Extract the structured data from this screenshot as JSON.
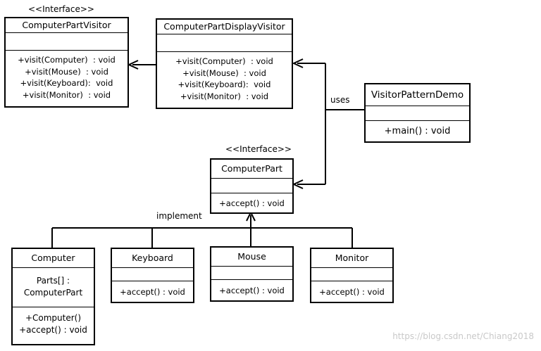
{
  "classes": {
    "computer_part_visitor": {
      "stereotype": "<<Interface>>",
      "name": "ComputerPartVisitor",
      "operations": [
        "+visit(Computer)  : void",
        "+visit(Mouse)  : void",
        "+visit(Keyboard):  void",
        "+visit(Monitor)  : void"
      ]
    },
    "computer_part_display_visitor": {
      "name": "ComputerPartDisplayVisitor",
      "operations": [
        "+visit(Computer)  : void",
        "+visit(Mouse)  : void",
        "+visit(Keyboard):  void",
        "+visit(Monitor)  : void"
      ]
    },
    "visitor_pattern_demo": {
      "name": "VisitorPatternDemo",
      "operations": [
        "+main() : void"
      ]
    },
    "computer_part": {
      "stereotype": "<<Interface>>",
      "name": "ComputerPart",
      "operations": [
        "+accept() : void"
      ]
    },
    "computer": {
      "name": "Computer",
      "attributes": [
        "Parts[]  :",
        "ComputerPart"
      ],
      "operations": [
        "+Computer()",
        "+accept() : void"
      ]
    },
    "keyboard": {
      "name": "Keyboard",
      "operations": [
        "+accept() : void"
      ]
    },
    "mouse": {
      "name": "Mouse",
      "operations": [
        "+accept() : void"
      ]
    },
    "monitor": {
      "name": "Monitor",
      "operations": [
        "+accept() : void"
      ]
    }
  },
  "relations": {
    "uses_label": "uses",
    "implement_label": "implement"
  },
  "watermark": "https://blog.csdn.net/Chiang2018"
}
